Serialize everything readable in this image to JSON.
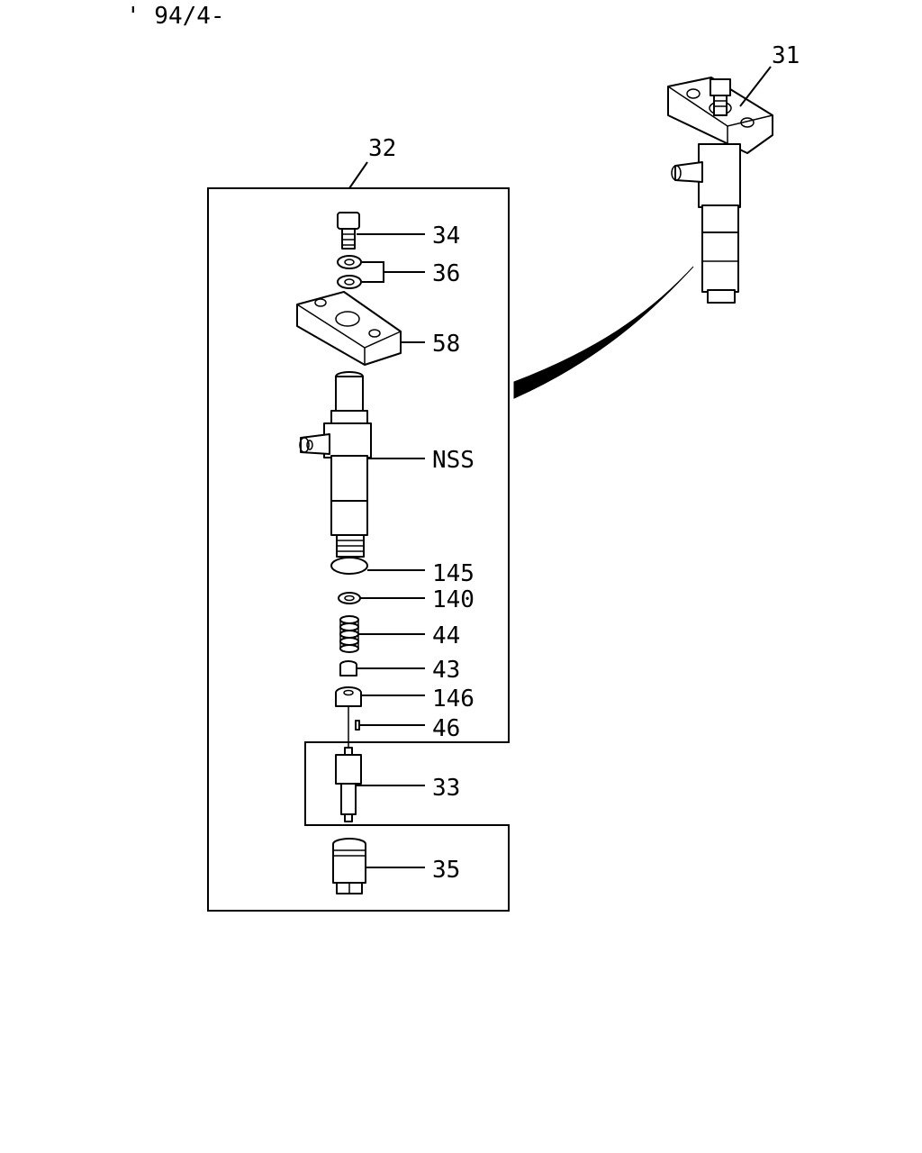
{
  "header": {
    "date_code": "' 94/4-"
  },
  "labels": {
    "assembly": "31",
    "kit": "32",
    "bolt": "34",
    "washers": "36",
    "bracket": "58",
    "injector_body": "NSS",
    "o_ring": "145",
    "washer_140": "140",
    "spring": "44",
    "seat": "43",
    "spacer": "146",
    "pin": "46",
    "nozzle": "33",
    "nut": "35"
  }
}
